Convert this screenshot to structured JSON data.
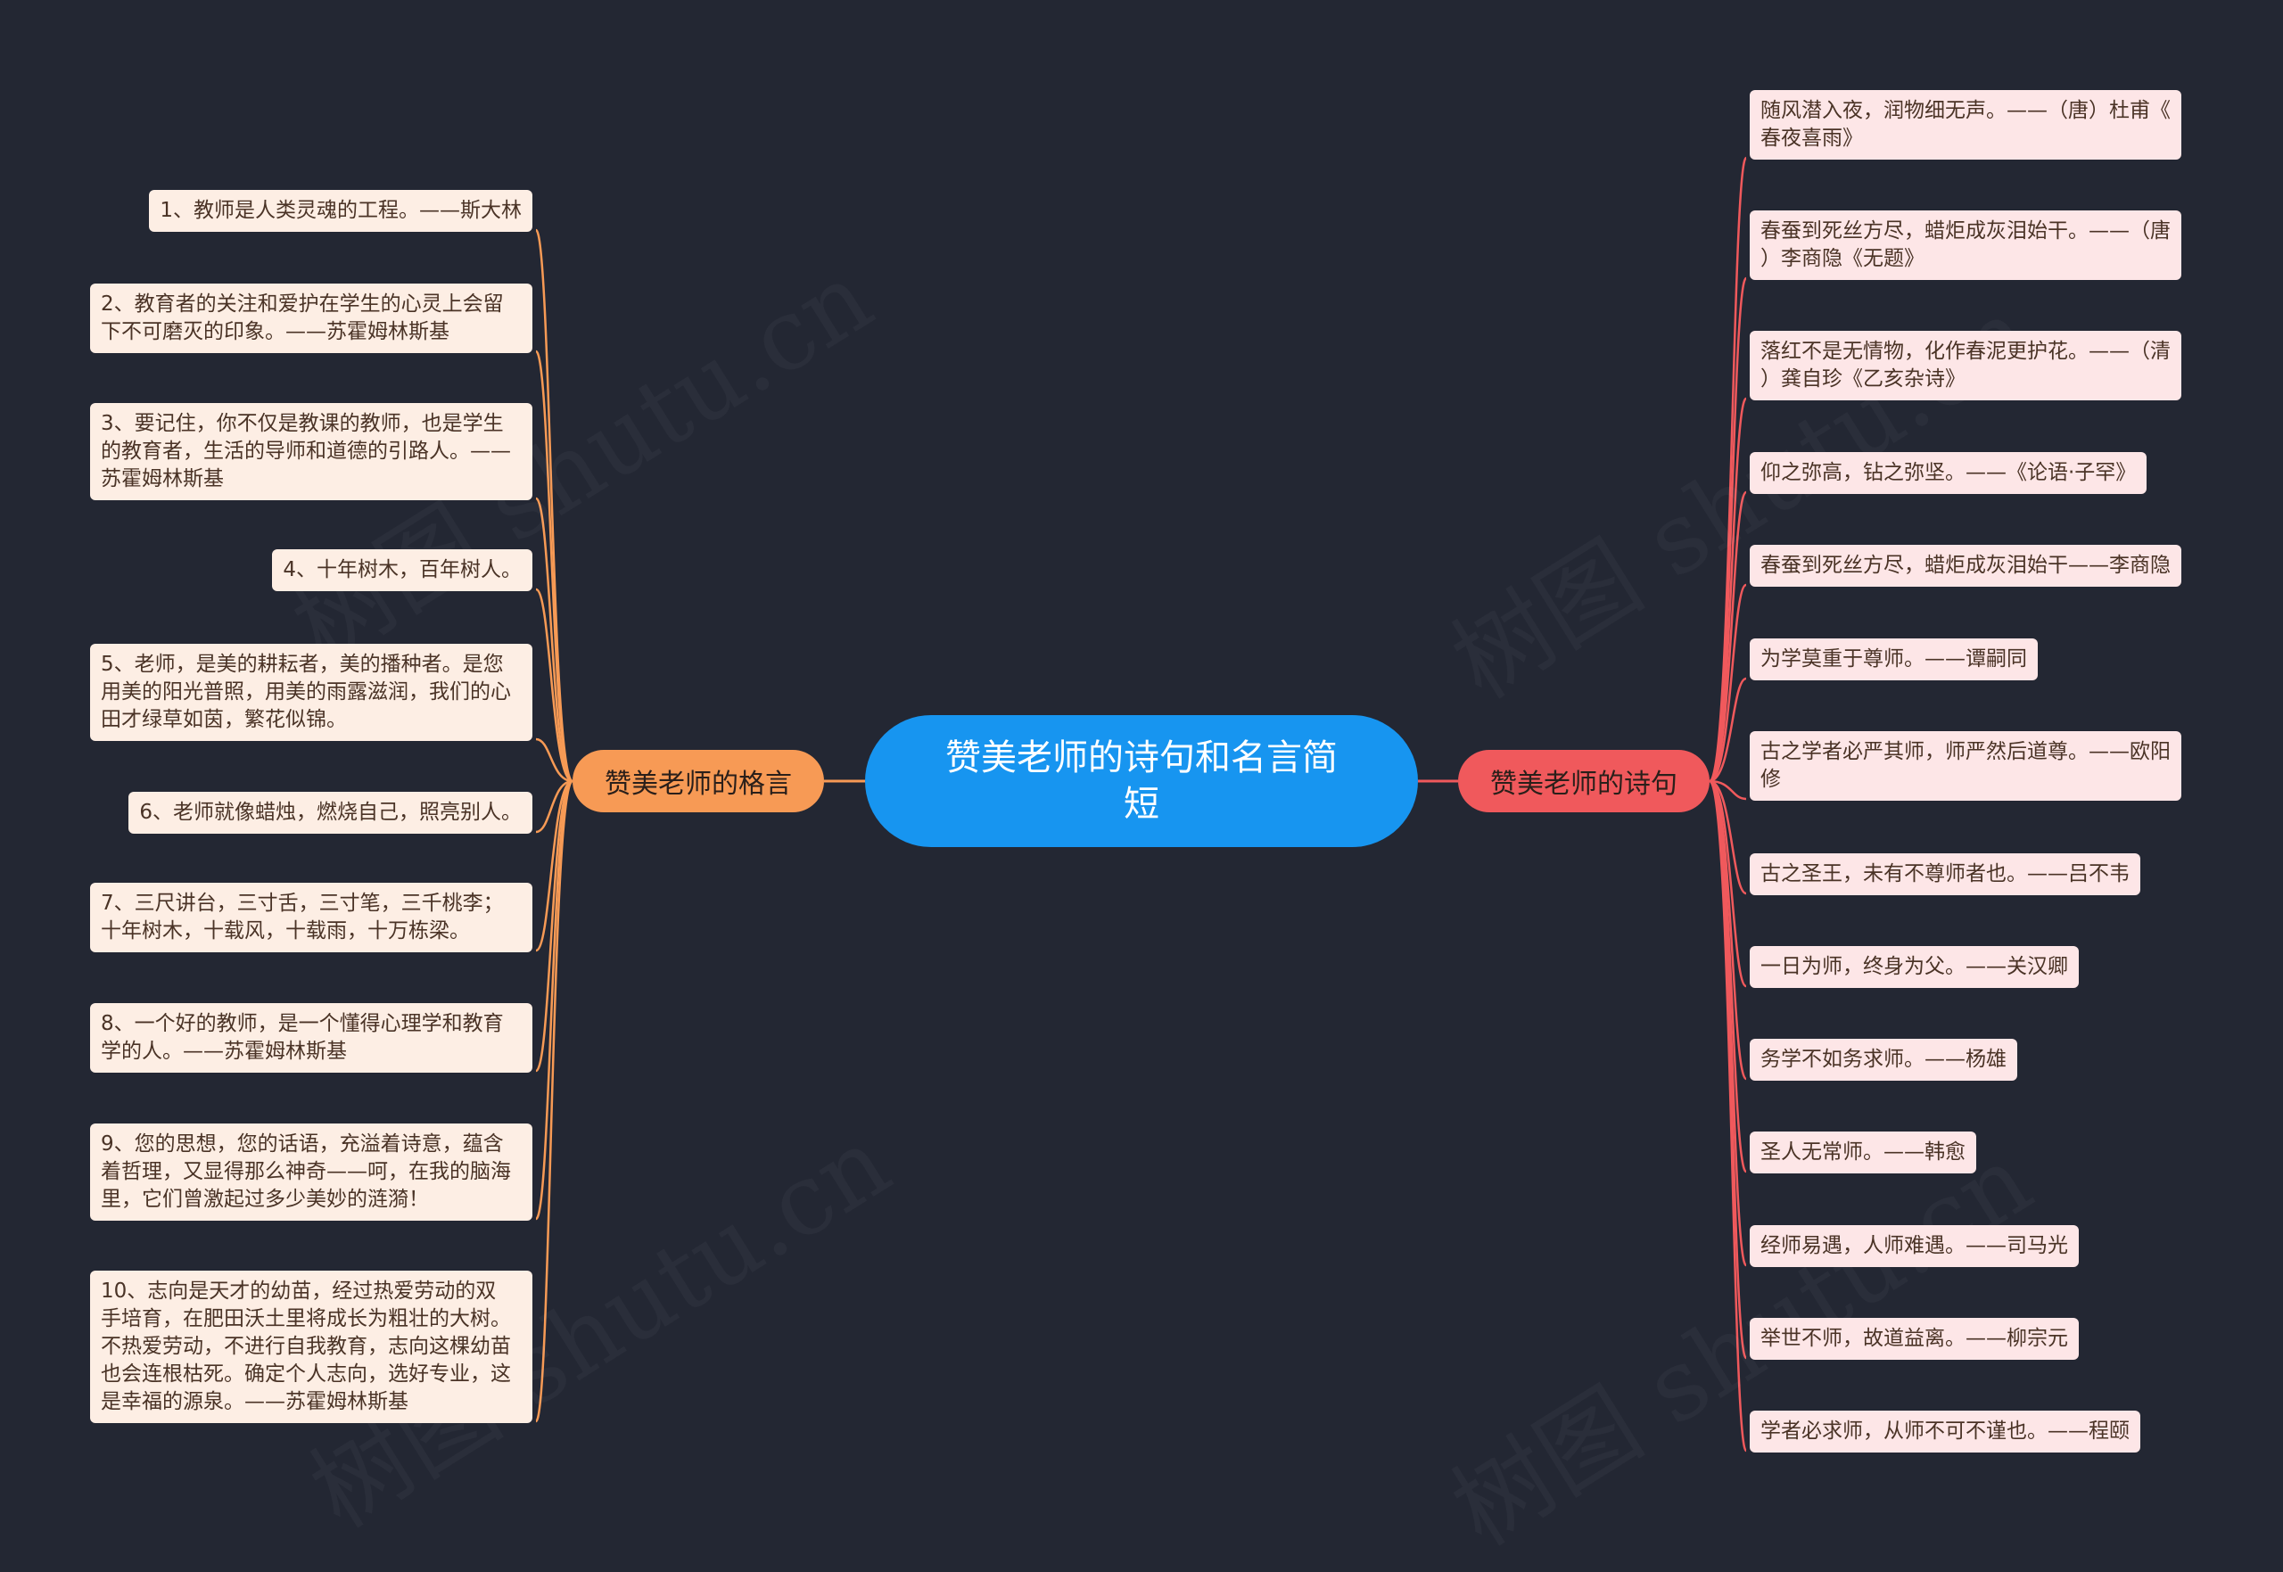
{
  "center": {
    "title": "赞美老师的诗句和名言简短"
  },
  "branches": {
    "left": {
      "label": "赞美老师的格言",
      "color": "#f79a55",
      "leaves": [
        [
          "1、教师是人类灵魂的工程。——斯大林"
        ],
        [
          "2、教育者的关注和爱护在学生的心灵上会留",
          "下不可磨灭的印象。——苏霍姆林斯基"
        ],
        [
          "3、要记住，你不仅是教课的教师，也是学生",
          "的教育者，生活的导师和道德的引路人。——",
          "苏霍姆林斯基"
        ],
        [
          "4、十年树木，百年树人。"
        ],
        [
          "5、老师，是美的耕耘者，美的播种者。是您",
          "用美的阳光普照，用美的雨露滋润，我们的心",
          "田才绿草如茵，繁花似锦。"
        ],
        [
          "6、老师就像蜡烛，燃烧自己，照亮别人。"
        ],
        [
          "7、三尺讲台，三寸舌，三寸笔，三千桃李；",
          "十年树木，十载风，十载雨，十万栋梁。"
        ],
        [
          "8、一个好的教师，是一个懂得心理学和教育",
          "学的人。——苏霍姆林斯基"
        ],
        [
          "9、您的思想，您的话语，充溢着诗意，蕴含",
          "着哲理，又显得那么神奇——呵，在我的脑海",
          "里，它们曾激起过多少美妙的涟漪！"
        ],
        [
          "10、志向是天才的幼苗，经过热爱劳动的双",
          "手培育，在肥田沃土里将成长为粗壮的大树。",
          "不热爱劳动，不进行自我教育，志向这棵幼苗",
          "也会连根枯死。确定个人志向，选好专业，这",
          "是幸福的源泉。——苏霍姆林斯基"
        ]
      ]
    },
    "right": {
      "label": "赞美老师的诗句",
      "color": "#f0595c",
      "leaves": [
        [
          "随风潜入夜，润物细无声。——（唐）杜甫《",
          "春夜喜雨》"
        ],
        [
          "春蚕到死丝方尽，蜡炬成灰泪始干。——（唐",
          "）李商隐《无题》"
        ],
        [
          "落红不是无情物，化作春泥更护花。——（清",
          "）龚自珍《乙亥杂诗》"
        ],
        [
          "仰之弥高，钻之弥坚。——《论语·子罕》"
        ],
        [
          "春蚕到死丝方尽，蜡炬成灰泪始干——李商隐"
        ],
        [
          "为学莫重于尊师。——谭嗣同"
        ],
        [
          "古之学者必严其师，师严然后道尊。——欧阳",
          "修"
        ],
        [
          "古之圣王，未有不尊师者也。——吕不韦"
        ],
        [
          "一日为师，终身为父。——关汉卿"
        ],
        [
          "务学不如务求师。——杨雄"
        ],
        [
          "圣人无常师。——韩愈"
        ],
        [
          "经师易遇，人师难遇。——司马光"
        ],
        [
          "举世不师，故道益离。——柳宗元"
        ],
        [
          "学者必求师，从师不可不谨也。——程颐"
        ]
      ]
    }
  },
  "watermark": "树图 shutu.cn"
}
